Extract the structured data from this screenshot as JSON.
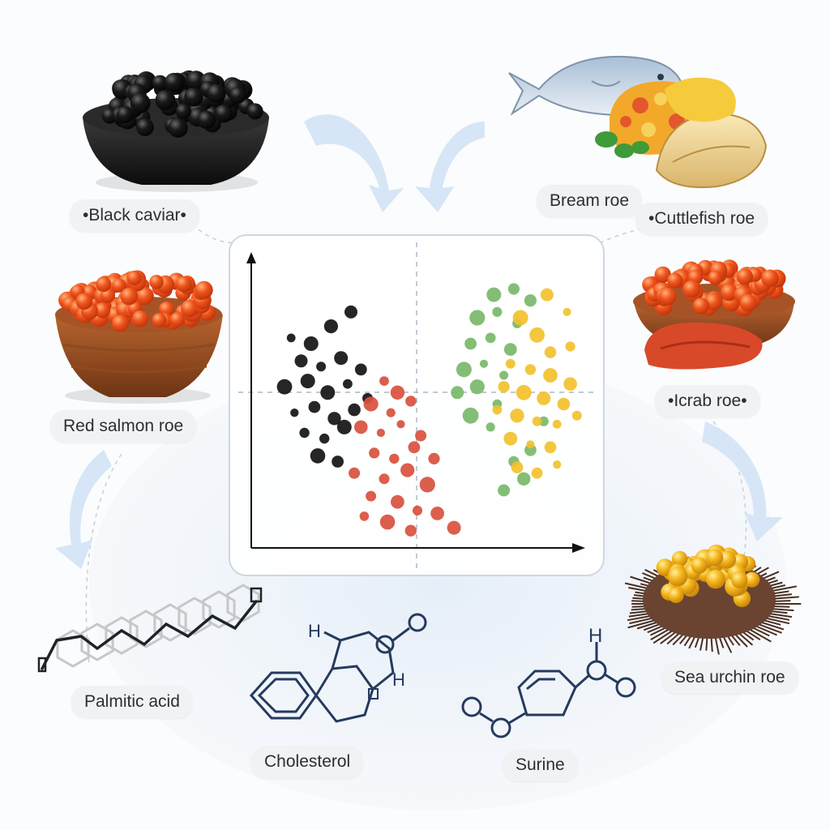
{
  "labels": {
    "black_caviar": "•Black caviar•",
    "bream_roe": "Bream roe",
    "cuttlefish_roe": "•Cuttlefish roe",
    "red_salmon_roe": "Red salmon roe",
    "crab_roe": "•Icrab roe•",
    "sea_urchin_roe": "Sea urchin roe",
    "palmitic_acid": "Palmitic acid",
    "cholesterol": "Cholesterol",
    "surine": "Surine"
  },
  "molecule_atoms": {
    "h_left": "H",
    "h_right": "H",
    "h_top": "H"
  },
  "colors": {
    "black_caviar": "#141414",
    "red_salmon": "#d9503e",
    "green_group": "#79b86a",
    "yellow_group": "#f2c12e",
    "arrow": "#cfe2f3",
    "molecule": "#253a5e"
  },
  "chart_data": {
    "type": "scatter",
    "title": "",
    "xlabel": "",
    "ylabel": "",
    "grid": false,
    "reference_lines": [
      "vertical-center-dashed",
      "horizontal-center-dashed"
    ],
    "series": [
      {
        "color": "#141414",
        "points": [
          [
            0.12,
            0.73
          ],
          [
            0.18,
            0.71
          ],
          [
            0.24,
            0.77
          ],
          [
            0.3,
            0.82
          ],
          [
            0.15,
            0.65
          ],
          [
            0.21,
            0.63
          ],
          [
            0.27,
            0.66
          ],
          [
            0.33,
            0.62
          ],
          [
            0.1,
            0.56
          ],
          [
            0.17,
            0.58
          ],
          [
            0.23,
            0.54
          ],
          [
            0.29,
            0.57
          ],
          [
            0.35,
            0.52
          ],
          [
            0.13,
            0.47
          ],
          [
            0.19,
            0.49
          ],
          [
            0.25,
            0.45
          ],
          [
            0.31,
            0.48
          ],
          [
            0.16,
            0.4
          ],
          [
            0.22,
            0.38
          ],
          [
            0.28,
            0.42
          ],
          [
            0.2,
            0.32
          ],
          [
            0.26,
            0.3
          ]
        ]
      },
      {
        "color": "#d9503e",
        "points": [
          [
            0.4,
            0.58
          ],
          [
            0.44,
            0.54
          ],
          [
            0.36,
            0.5
          ],
          [
            0.42,
            0.47
          ],
          [
            0.48,
            0.51
          ],
          [
            0.33,
            0.42
          ],
          [
            0.39,
            0.4
          ],
          [
            0.45,
            0.43
          ],
          [
            0.51,
            0.39
          ],
          [
            0.37,
            0.33
          ],
          [
            0.43,
            0.31
          ],
          [
            0.49,
            0.35
          ],
          [
            0.55,
            0.31
          ],
          [
            0.31,
            0.26
          ],
          [
            0.4,
            0.24
          ],
          [
            0.47,
            0.27
          ],
          [
            0.53,
            0.22
          ],
          [
            0.36,
            0.18
          ],
          [
            0.44,
            0.16
          ],
          [
            0.5,
            0.13
          ],
          [
            0.41,
            0.09
          ],
          [
            0.56,
            0.12
          ],
          [
            0.61,
            0.07
          ],
          [
            0.48,
            0.06
          ],
          [
            0.34,
            0.11
          ]
        ]
      },
      {
        "color": "#79b86a",
        "points": [
          [
            0.73,
            0.88
          ],
          [
            0.79,
            0.9
          ],
          [
            0.84,
            0.86
          ],
          [
            0.68,
            0.8
          ],
          [
            0.74,
            0.82
          ],
          [
            0.8,
            0.78
          ],
          [
            0.66,
            0.71
          ],
          [
            0.72,
            0.73
          ],
          [
            0.78,
            0.69
          ],
          [
            0.64,
            0.62
          ],
          [
            0.7,
            0.64
          ],
          [
            0.76,
            0.6
          ],
          [
            0.62,
            0.54
          ],
          [
            0.68,
            0.56
          ],
          [
            0.74,
            0.5
          ],
          [
            0.66,
            0.46
          ],
          [
            0.72,
            0.42
          ],
          [
            0.88,
            0.44
          ],
          [
            0.84,
            0.34
          ],
          [
            0.79,
            0.3
          ],
          [
            0.82,
            0.24
          ],
          [
            0.76,
            0.2
          ]
        ]
      },
      {
        "color": "#f2c12e",
        "points": [
          [
            0.81,
            0.8
          ],
          [
            0.86,
            0.74
          ],
          [
            0.9,
            0.68
          ],
          [
            0.78,
            0.64
          ],
          [
            0.84,
            0.62
          ],
          [
            0.9,
            0.6
          ],
          [
            0.96,
            0.57
          ],
          [
            0.76,
            0.56
          ],
          [
            0.82,
            0.54
          ],
          [
            0.88,
            0.52
          ],
          [
            0.94,
            0.5
          ],
          [
            0.74,
            0.48
          ],
          [
            0.8,
            0.46
          ],
          [
            0.86,
            0.44
          ],
          [
            0.92,
            0.43
          ],
          [
            0.98,
            0.46
          ],
          [
            0.78,
            0.38
          ],
          [
            0.84,
            0.36
          ],
          [
            0.9,
            0.35
          ],
          [
            0.8,
            0.28
          ],
          [
            0.86,
            0.26
          ],
          [
            0.92,
            0.29
          ],
          [
            0.95,
            0.82
          ],
          [
            0.89,
            0.88
          ],
          [
            0.96,
            0.7
          ]
        ]
      }
    ]
  }
}
